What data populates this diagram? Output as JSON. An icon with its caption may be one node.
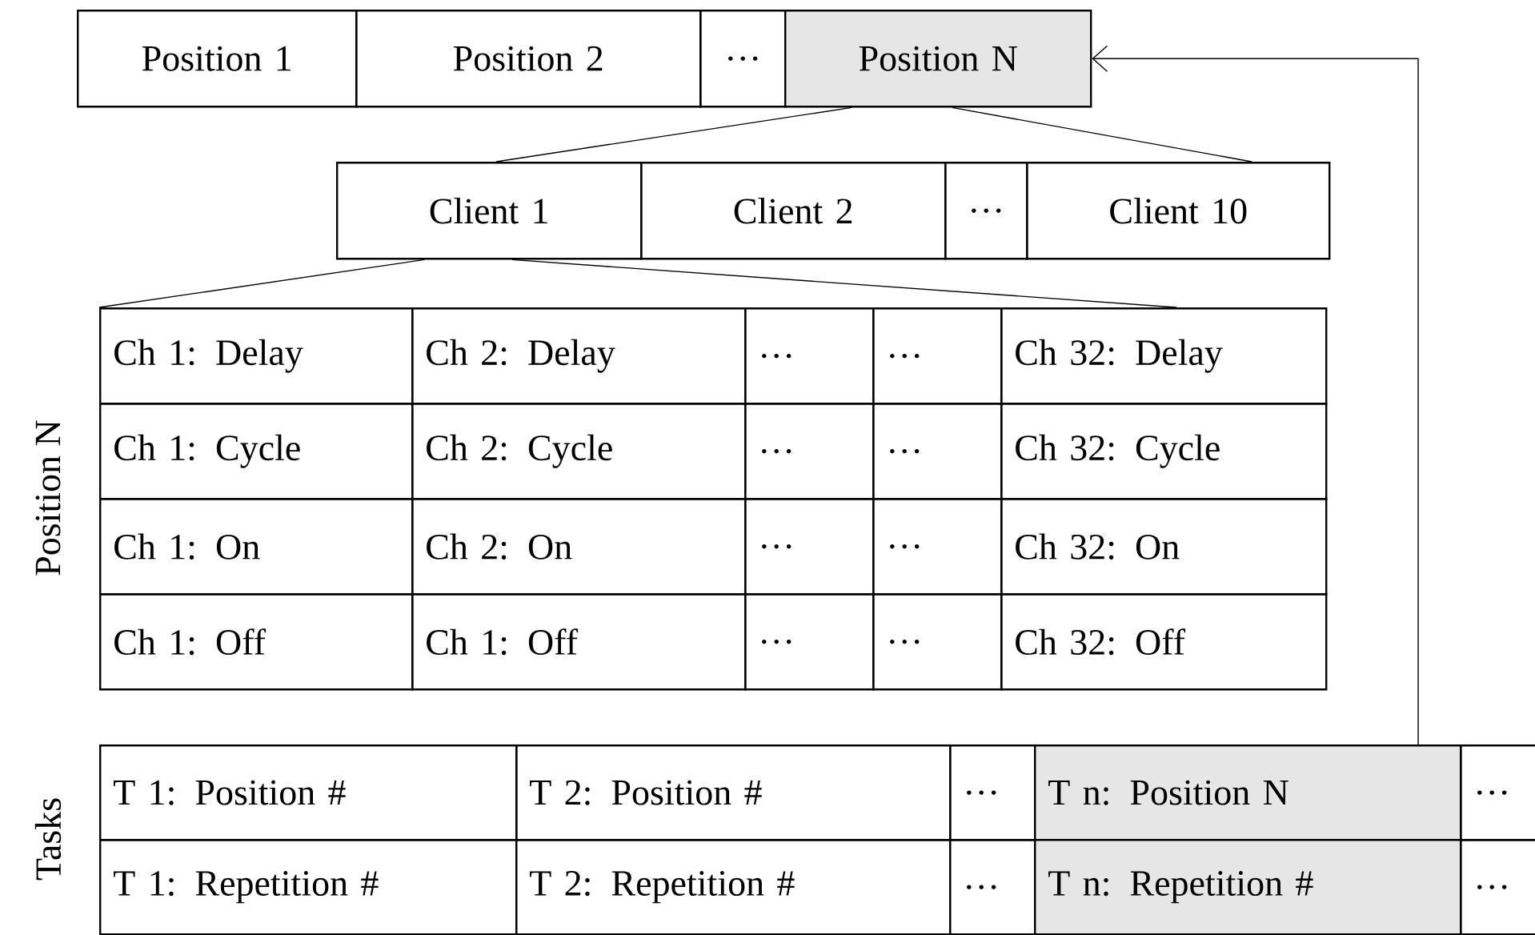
{
  "diagram": {
    "nodes": [
      {
        "text": [
          "Position 1"
        ]
      },
      {
        "text": [
          "Position 2"
        ]
      },
      {
        "text": [
          "…"
        ]
      },
      {
        "text": [
          "Position N"
        ]
      },
      {
        "text": [
          "Client 1"
        ]
      },
      {
        "text": [
          "Client 2"
        ]
      },
      {
        "text": [
          "…"
        ]
      },
      {
        "text": [
          "Client 10"
        ]
      },
      {
        "text": [
          "Ch 1: Delay"
        ]
      },
      {
        "text": [
          "Ch 2: Delay"
        ]
      },
      {
        "text": [
          "…"
        ]
      },
      {
        "text": [
          "…"
        ]
      },
      {
        "text": [
          "Ch 32: Delay"
        ]
      },
      {
        "text": [
          "Ch 1: Cycle"
        ]
      },
      {
        "text": [
          "Ch 2: Cycle"
        ]
      },
      {
        "text": [
          "…"
        ]
      },
      {
        "text": [
          "…"
        ]
      },
      {
        "text": [
          "Ch 32: Cycle"
        ]
      },
      {
        "text": [
          "Ch 1: On"
        ]
      },
      {
        "text": [
          "Ch 2: On"
        ]
      },
      {
        "text": [
          "…"
        ]
      },
      {
        "text": [
          "…"
        ]
      },
      {
        "text": [
          "Ch 32: On"
        ]
      },
      {
        "text": [
          "Ch 1: Off"
        ]
      },
      {
        "text": [
          "Ch 1: Off"
        ]
      },
      {
        "text": [
          "…"
        ]
      },
      {
        "text": [
          "…"
        ]
      },
      {
        "text": [
          "Ch 32: Off"
        ]
      },
      {
        "text": [
          "T 1: Position #"
        ]
      },
      {
        "text": [
          "T 2: Position #"
        ]
      },
      {
        "text": [
          "…"
        ]
      },
      {
        "text": [
          "T n: Position N"
        ]
      },
      {
        "text": [
          "…"
        ]
      },
      {
        "text": [
          "T 1: Repetition #"
        ]
      },
      {
        "text": [
          "T 2: Repetition #"
        ]
      },
      {
        "text": [
          "…"
        ]
      },
      {
        "text": [
          "T n: Repetition #"
        ]
      },
      {
        "text": [
          "…"
        ]
      }
    ],
    "edges": [
      {
        "from": 31,
        "to": 3,
        "arrow": "to"
      },
      {
        "from": 3,
        "to": 4,
        "arrow": "none"
      },
      {
        "from": 3,
        "to": 7,
        "arrow": "none"
      },
      {
        "from": 4,
        "to": 8,
        "arrow": "none"
      },
      {
        "from": 4,
        "to": 12,
        "arrow": "none"
      }
    ],
    "labels": [
      "Position N",
      "Tasks"
    ]
  }
}
